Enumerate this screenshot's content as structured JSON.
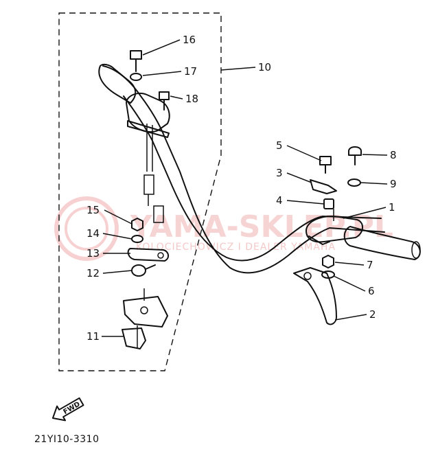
{
  "diagram": {
    "drawing_code": "21YI10-3310",
    "fwd_label": "FWD",
    "watermark": {
      "main": "YAMA-SKLEP.PL",
      "sub": "KOLOCIECHOWICZ I DEALER YAMAHA"
    },
    "callouts": [
      {
        "id": "1",
        "label": "1"
      },
      {
        "id": "2",
        "label": "2"
      },
      {
        "id": "3",
        "label": "3"
      },
      {
        "id": "4",
        "label": "4"
      },
      {
        "id": "5",
        "label": "5"
      },
      {
        "id": "6",
        "label": "6"
      },
      {
        "id": "7",
        "label": "7"
      },
      {
        "id": "8",
        "label": "8"
      },
      {
        "id": "9",
        "label": "9"
      },
      {
        "id": "10",
        "label": "10"
      },
      {
        "id": "11",
        "label": "11"
      },
      {
        "id": "12",
        "label": "12"
      },
      {
        "id": "13",
        "label": "13"
      },
      {
        "id": "14",
        "label": "14"
      },
      {
        "id": "15",
        "label": "15"
      },
      {
        "id": "16",
        "label": "16"
      },
      {
        "id": "17",
        "label": "17"
      },
      {
        "id": "18",
        "label": "18"
      }
    ]
  }
}
